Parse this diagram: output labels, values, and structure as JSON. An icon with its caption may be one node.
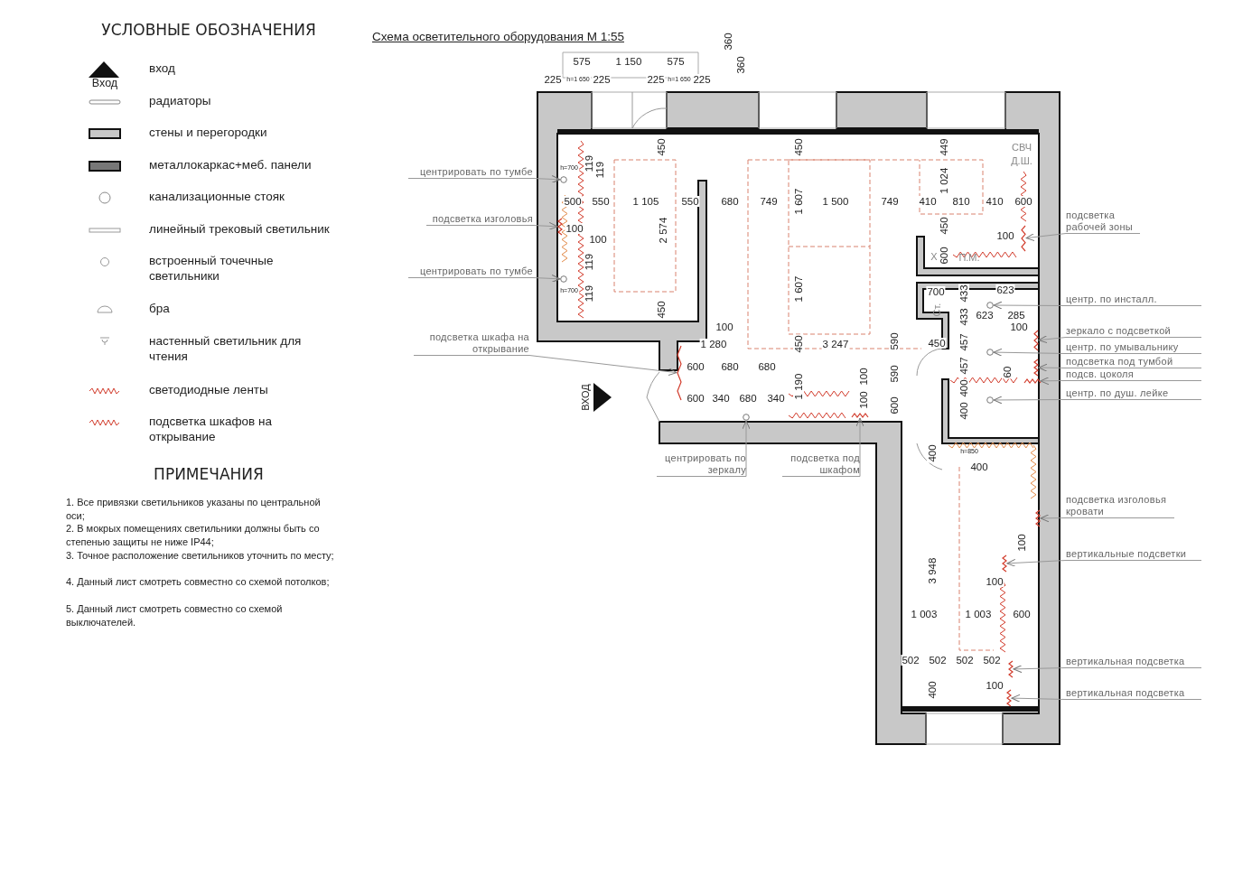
{
  "diagram": {
    "title": "Схема осветительного оборудования М 1:55",
    "nodes": [
      {
        "text": [
          "центрировать по тумбе"
        ]
      },
      {
        "text": [
          "подсветка изголовья"
        ]
      },
      {
        "text": [
          "центрировать по тумбе"
        ]
      },
      {
        "text": [
          "подсветка шкафа на открывание"
        ]
      },
      {
        "text": [
          "центрировать по зеркалу"
        ]
      },
      {
        "text": [
          "подсветка под шкафом"
        ]
      },
      {
        "text": [
          "подсветка рабочей зоны"
        ]
      },
      {
        "text": [
          "центр. по инсталл."
        ]
      },
      {
        "text": [
          "зеркало с подсветкой"
        ]
      },
      {
        "text": [
          "центр. по умывальнику"
        ]
      },
      {
        "text": [
          "подсветка под тумбой"
        ]
      },
      {
        "text": [
          "подсв. цоколя"
        ]
      },
      {
        "text": [
          "центр. по душ. лейке"
        ]
      },
      {
        "text": [
          "подсветка изголовья кровати"
        ]
      },
      {
        "text": [
          "вертикальные подсветки"
        ]
      },
      {
        "text": [
          "вертикальная подсветка"
        ]
      },
      {
        "text": [
          "вертикальная подсветка"
        ]
      },
      {
        "text": [],
        "shape": "circle"
      },
      {
        "text": [],
        "shape": "line"
      },
      {
        "text": [],
        "shape": "circle"
      },
      {
        "text": [],
        "shape": "line"
      },
      {
        "text": [],
        "shape": "circle"
      },
      {
        "text": [],
        "shape": "line"
      },
      {
        "text": [],
        "shape": "line"
      },
      {
        "text": [],
        "shape": "circle"
      },
      {
        "text": [],
        "shape": "line"
      },
      {
        "text": [],
        "shape": "circle"
      },
      {
        "text": [],
        "shape": "line"
      },
      {
        "text": [],
        "shape": "line"
      },
      {
        "text": [],
        "shape": "circle"
      },
      {
        "text": [],
        "shape": "line"
      },
      {
        "text": [],
        "shape": "line"
      },
      {
        "text": [],
        "shape": "line"
      },
      {
        "text": [],
        "shape": "line"
      }
    ],
    "edges": [
      {
        "from": 0,
        "to": 17,
        "arrow": "to"
      },
      {
        "from": 1,
        "to": 18,
        "arrow": "to"
      },
      {
        "from": 2,
        "to": 19,
        "arrow": "to"
      },
      {
        "from": 3,
        "to": 20,
        "arrow": "to"
      },
      {
        "from": 4,
        "to": 21,
        "arrow": "to"
      },
      {
        "from": 5,
        "to": 22,
        "arrow": "to"
      },
      {
        "from": 6,
        "to": 23,
        "arrow": "to"
      },
      {
        "from": 7,
        "to": 24,
        "arrow": "to"
      },
      {
        "from": 8,
        "to": 25,
        "arrow": "to"
      },
      {
        "from": 9,
        "to": 26,
        "arrow": "to"
      },
      {
        "from": 10,
        "to": 27,
        "arrow": "to"
      },
      {
        "from": 11,
        "to": 28,
        "arrow": "to"
      },
      {
        "from": 12,
        "to": 29,
        "arrow": "to"
      },
      {
        "from": 13,
        "to": 30,
        "arrow": "to"
      },
      {
        "from": 14,
        "to": 31,
        "arrow": "to"
      },
      {
        "from": 15,
        "to": 32,
        "arrow": "to"
      },
      {
        "from": 16,
        "to": 33,
        "arrow": "to"
      }
    ],
    "labels": [
      "УСЛОВНЫЕ ОБОЗНАЧЕНИЯ",
      "Вход",
      "ПРИМЕЧАНИЯ",
      "1. Все привязки светильников указаны по центральной оси;",
      "2. В мокрых помещениях светильники должны быть со степенью защиты не ниже IP44;",
      "3. Точное расположение светильников уточнить по месту;",
      "4. Данный лист смотреть совместно со схемой потолков;",
      "5. Данный лист смотреть совместно со схемой выключателей.",
      "ВХОД",
      "СВЧ",
      "Д.Ш.",
      "Х",
      "П.М.",
      "Ст.",
      "360",
      "575",
      "1 150",
      "575",
      "360",
      "225",
      "h=1 650",
      "225",
      "225",
      "h=1 650",
      "225",
      "450",
      "450",
      "449",
      "h=700",
      "119",
      "119",
      "1 024",
      "500",
      "550",
      "1 105",
      "550",
      "680",
      "749",
      "1 607",
      "1 500",
      "749",
      "410",
      "810",
      "410",
      "600",
      "100",
      "100",
      "2 574",
      "450",
      "100",
      "119",
      "600",
      "h=700",
      "119",
      "1 607",
      "700",
      "433",
      "623",
      "450",
      "433",
      "623",
      "285",
      "100",
      "100",
      "1 280",
      "450",
      "3 247",
      "590",
      "450",
      "457",
      "600",
      "680",
      "680",
      "100",
      "590",
      "457",
      "60",
      "600",
      "340",
      "680",
      "340",
      "1 190",
      "100",
      "600",
      "400",
      "400",
      "400",
      "h=850",
      "400",
      "3 948",
      "100",
      "100",
      "1 003",
      "1 003",
      "600",
      "502",
      "502",
      "502",
      "502",
      "400",
      "100"
    ],
    "legend": [
      {
        "text": "вход"
      },
      {
        "text": "радиаторы"
      },
      {
        "text": "стены и перегородки"
      },
      {
        "text": "металлокаркас+меб. панели"
      },
      {
        "text": "канализационные стояк"
      },
      {
        "text": "линейный трековый светильник"
      },
      {
        "text": "встроенный точечные светильники"
      },
      {
        "text": "бра"
      },
      {
        "text": "настенный светильник для чтения"
      },
      {
        "text": "светодиодные ленты"
      },
      {
        "text": "подсветка шкафов на открывание"
      }
    ]
  }
}
